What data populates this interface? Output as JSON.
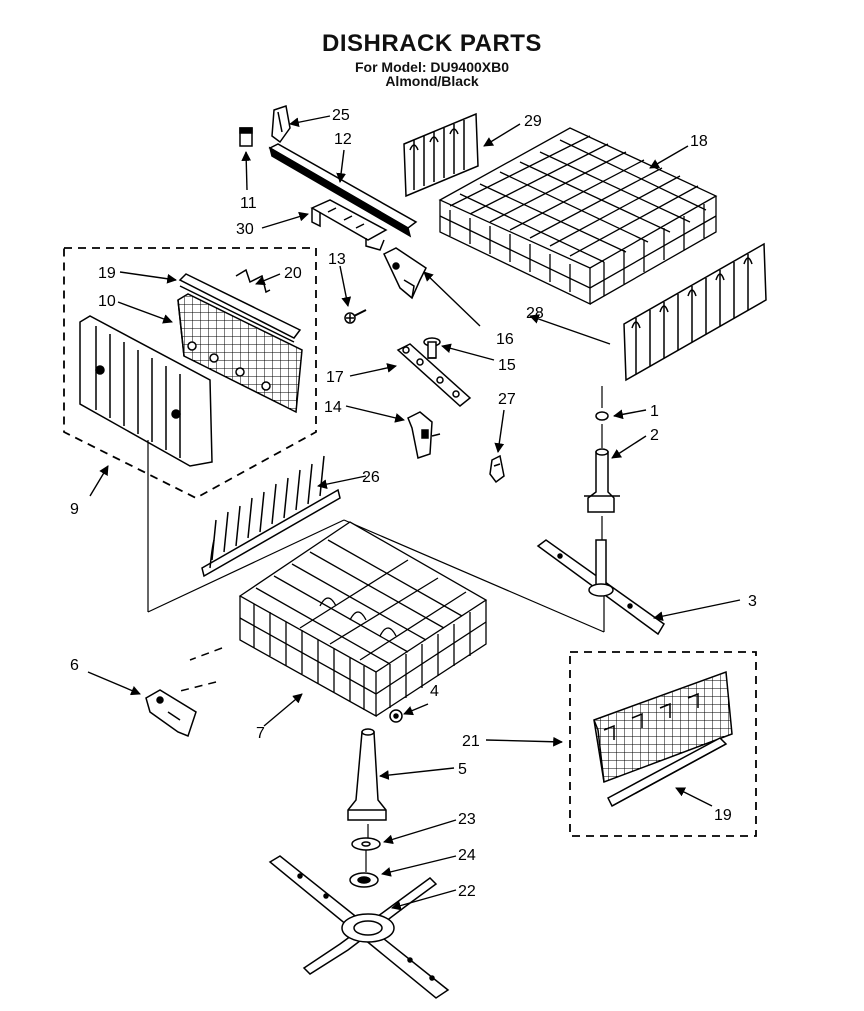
{
  "header": {
    "title": "DISHRACK PARTS",
    "model_line": "For Model: DU9400XB0",
    "color_line": "Almond/Black"
  },
  "callouts": [
    "1",
    "2",
    "3",
    "4",
    "5",
    "6",
    "7",
    "9",
    "10",
    "11",
    "12",
    "13",
    "14",
    "15",
    "16",
    "17",
    "18",
    "19",
    "19",
    "20",
    "21",
    "22",
    "23",
    "24",
    "25",
    "26",
    "27",
    "28",
    "29",
    "30"
  ],
  "colors": {
    "ink": "#000000",
    "background": "#ffffff"
  }
}
